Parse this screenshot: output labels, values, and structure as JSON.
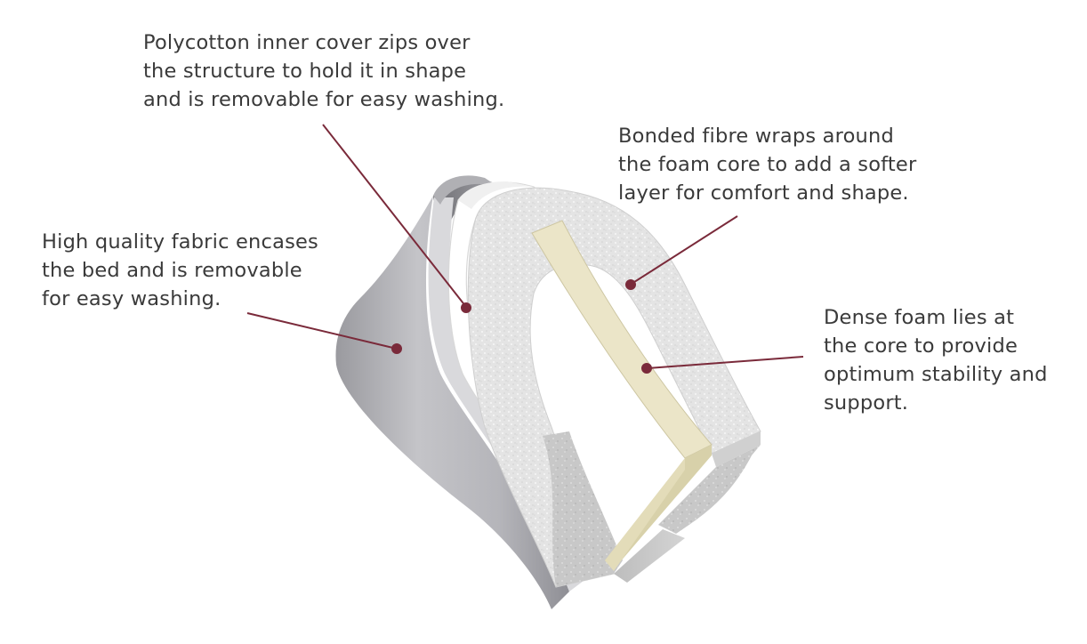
{
  "colors": {
    "leader": "#7a2a3a",
    "text": "#3a3a3a",
    "fabric_light": "#c9c9cd",
    "fabric_dark": "#8e8e93",
    "foam": "#e2e2e2",
    "core": "#e8e2c8"
  },
  "callouts": {
    "polycotton": {
      "lines": [
        "Polycotton inner cover zips over",
        "the structure to hold it in shape",
        "and is removable for easy washing."
      ]
    },
    "fibre": {
      "lines": [
        "Bonded fibre wraps around",
        "the foam core to add a softer",
        "layer for comfort and shape."
      ]
    },
    "fabric": {
      "lines": [
        "High quality fabric encases",
        "the bed and is removable",
        "for easy washing."
      ]
    },
    "foam": {
      "lines": [
        "Dense foam lies at",
        "the core to provide",
        "optimum stability and",
        "support."
      ]
    }
  }
}
